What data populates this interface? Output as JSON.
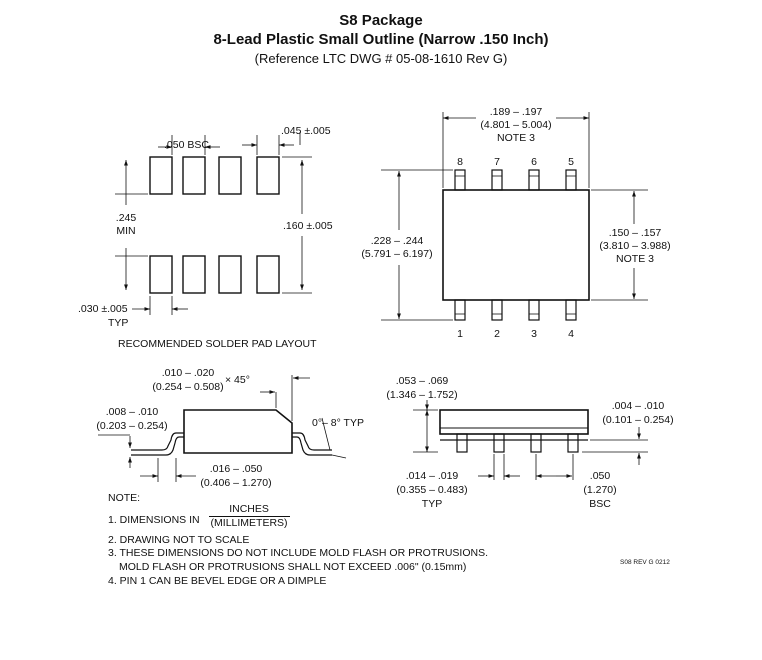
{
  "header": {
    "title": "S8 Package",
    "subtitle": "8-Lead Plastic Small Outline (Narrow .150 Inch)",
    "reference": "(Reference LTC DWG # 05-08-1610 Rev G)"
  },
  "pad_layout": {
    "pitch": ".050 BSC",
    "pad_width": ".045 ±.005",
    "span_1": ".245",
    "span_2": "MIN",
    "pad_length": ".160 ±.005",
    "pad_gap": ".030 ±.005",
    "pad_gap_typ": "TYP",
    "caption": "RECOMMENDED SOLDER PAD LAYOUT"
  },
  "top_view": {
    "length_in": ".189 – .197",
    "length_mm": "(4.801 – 5.004)",
    "length_note": "NOTE 3",
    "pins_top": [
      "8",
      "7",
      "6",
      "5"
    ],
    "pins_bottom": [
      "1",
      "2",
      "3",
      "4"
    ],
    "overall_in": ".228 – .244",
    "overall_mm": "(5.791 – 6.197)",
    "body_in": ".150 – .157",
    "body_mm": "(3.810 – 3.988)",
    "body_note": "NOTE 3"
  },
  "side_view": {
    "chamfer_in": ".010 – .020",
    "chamfer_mm": "(0.254 – 0.508)",
    "chamfer_angle": "× 45°",
    "lead_thk_in": ".008 – .010",
    "lead_thk_mm": "(0.203 – 0.254)",
    "angle": "0°– 8° TYP",
    "foot_in": ".016 – .050",
    "foot_mm": "(0.406 – 1.270)"
  },
  "end_view": {
    "height_in": ".053 – .069",
    "height_mm": "(1.346 – 1.752)",
    "standoff_in": ".004 – .010",
    "standoff_mm": "(0.101 – 0.254)",
    "lead_w_in": ".014 – .019",
    "lead_w_mm": "(0.355 – 0.483)",
    "lead_w_typ": "TYP",
    "pitch_in": ".050",
    "pitch_mm": "(1.270)",
    "pitch_bsc": "BSC"
  },
  "notes": {
    "heading": "NOTE:",
    "n1_prefix": "1. DIMENSIONS IN",
    "n1_num": "INCHES",
    "n1_den": "(MILLIMETERS)",
    "n2": "2. DRAWING NOT TO SCALE",
    "n3a": "3. THESE DIMENSIONS DO NOT INCLUDE MOLD FLASH OR PROTRUSIONS.",
    "n3b": "MOLD FLASH OR PROTRUSIONS SHALL NOT EXCEED .006\" (0.15mm)",
    "n4": "4. PIN 1 CAN BE BEVEL EDGE OR A DIMPLE"
  },
  "revision": "S08 REV G 0212"
}
